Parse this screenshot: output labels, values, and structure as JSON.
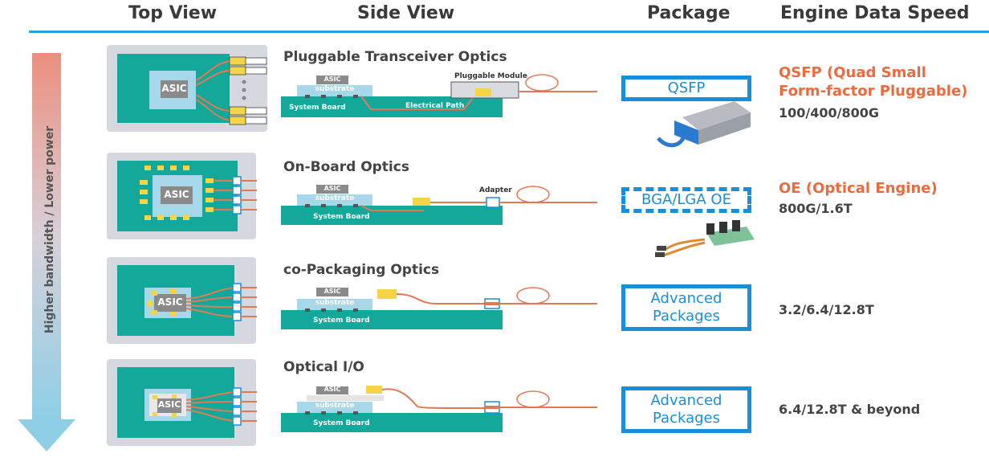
{
  "headers": {
    "top_view": "Top View",
    "side_view": "Side View",
    "package": "Package",
    "speed": "Engine Data Speed"
  },
  "axis_label": "Higher bandwidth / Lower power",
  "labels": {
    "asic": "ASIC",
    "substrate": "substrate",
    "system_board": "System Board",
    "electrical_path": "Electrical Path",
    "pluggable_module": "Pluggable Module",
    "adapter": "Adapter"
  },
  "rows": [
    {
      "title": "Pluggable Transceiver Optics",
      "package": "QSFP",
      "speed_name": "QSFP (Quad Small Form-factor Pluggable)",
      "speed_value": "100/400/800G"
    },
    {
      "title": "On-Board Optics",
      "package": "BGA/LGA OE",
      "speed_name": "OE (Optical Engine)",
      "speed_value": "800G/1.6T"
    },
    {
      "title": "co-Packaging Optics",
      "package_line1": "Advanced",
      "package_line2": "Packages",
      "speed_value": "3.2/6.4/12.8T"
    },
    {
      "title": "Optical I/O",
      "package_line1": "Advanced",
      "package_line2": "Packages",
      "speed_value": "6.4/12.8T & beyond"
    }
  ],
  "colors": {
    "accent_blue": "#1a8fd6",
    "board_green": "#14a89a",
    "highlight_orange": "#ee6a3c",
    "chip_yellow": "#f5d547"
  }
}
